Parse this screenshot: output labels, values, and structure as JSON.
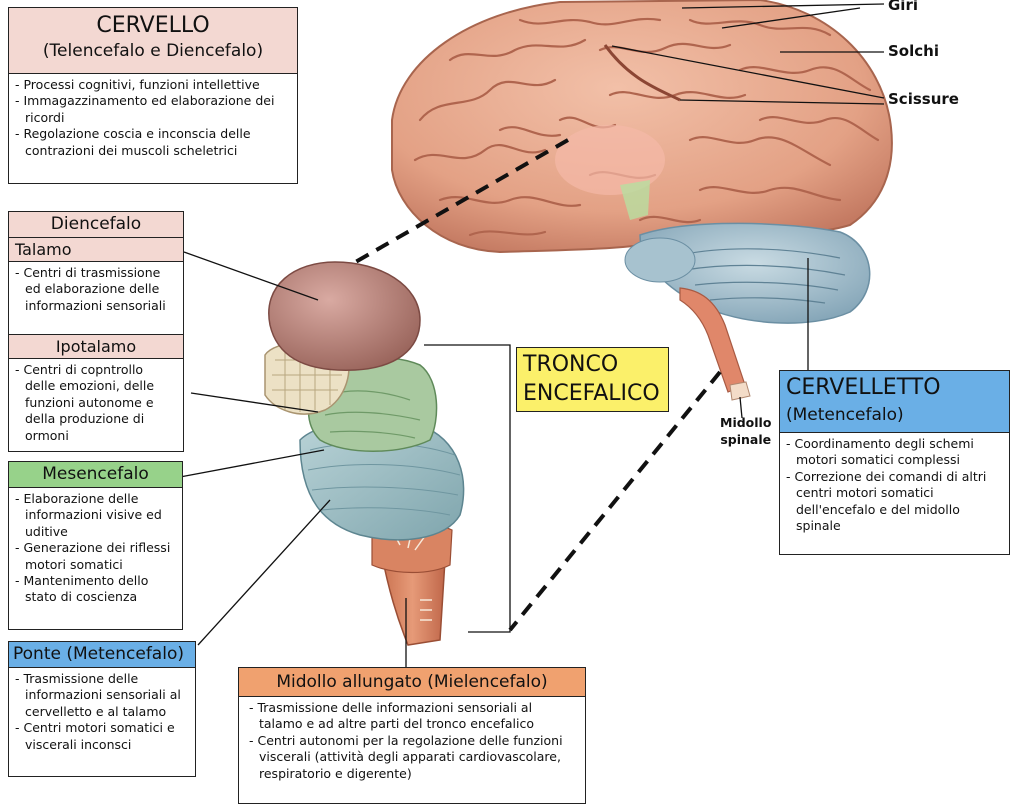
{
  "labels": {
    "giri": "Giri",
    "solchi": "Solchi",
    "scissure": "Scissure",
    "midollo": "Midollo\nspinale"
  },
  "cervello": {
    "title": "CERVELLO",
    "subtitle": "(Telencefalo e Diencefalo)",
    "items": [
      "- Processi cognitivi, funzioni intellettive",
      "- Immagazzinamento ed elaborazione dei ricordi",
      "- Regolazione coscia e inconscia delle contrazioni dei muscoli scheletrici"
    ]
  },
  "diencefalo": {
    "title": "Diencefalo",
    "talamo_title": "Talamo",
    "talamo_items": [
      "- Centri di trasmissione ed elaborazione delle informazioni sensoriali"
    ],
    "ipotalamo_title": "Ipotalamo",
    "ipotalamo_items": [
      "- Centri di copntrollo delle emozioni, delle funzioni autonome e della produzione di ormoni"
    ]
  },
  "mesencefalo": {
    "title": "Mesencefalo",
    "items": [
      "- Elaborazione delle informazioni visive ed uditive",
      "- Generazione dei riflessi motori somatici",
      "- Mantenimento dello stato di coscienza"
    ]
  },
  "ponte": {
    "title": "Ponte (Metencefalo)",
    "items": [
      "- Trasmissione delle informazioni sensoriali al cervelletto e al talamo",
      "- Centri motori somatici e viscerali inconsci"
    ]
  },
  "tronco": {
    "line1": "TRONCO",
    "line2": "ENCEFALICO"
  },
  "cervelletto": {
    "title": "CERVELLETTO",
    "subtitle": "(Metencefalo)",
    "items": [
      "- Coordinamento degli schemi motori somatici complessi",
      "- Correzione dei comandi di altri centri motori somatici dell'encefalo e del midollo spinale"
    ]
  },
  "midollo_allungato": {
    "title": "Midollo allungato (Mielencefalo)",
    "items": [
      "- Trasmissione delle informazioni sensoriali al talamo e ad altre parti del tronco encefalico",
      "- Centri autonomi per la regolazione delle funzioni viscerali (attività degli apparati cardiovascolare, respiratorio e digerente)"
    ]
  },
  "colors": {
    "pink": "#f3d8d2",
    "green": "#97d28a",
    "blue": "#6aafe6",
    "orange": "#f0a16f",
    "yellow": "#fbf06a"
  }
}
